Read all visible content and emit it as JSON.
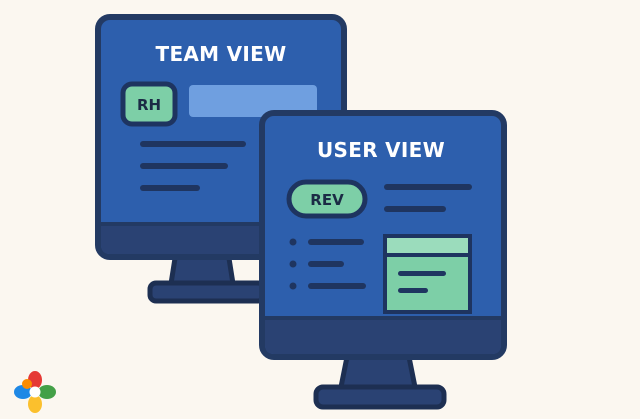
{
  "team_monitor": {
    "title": "TEAM VIEW",
    "badge": "RH"
  },
  "user_monitor": {
    "title": "USER VIEW",
    "badge": "REV"
  },
  "logo": {
    "icon": "colorful-flower-logo-icon"
  },
  "colors": {
    "background": "#fbf7f0",
    "screen_blue": "#2d5fad",
    "outline_navy": "#233a63",
    "bezel_dark": "#2a4273",
    "accent_green": "#7dcfa7",
    "light_blue_bar": "#6f9fe0"
  }
}
